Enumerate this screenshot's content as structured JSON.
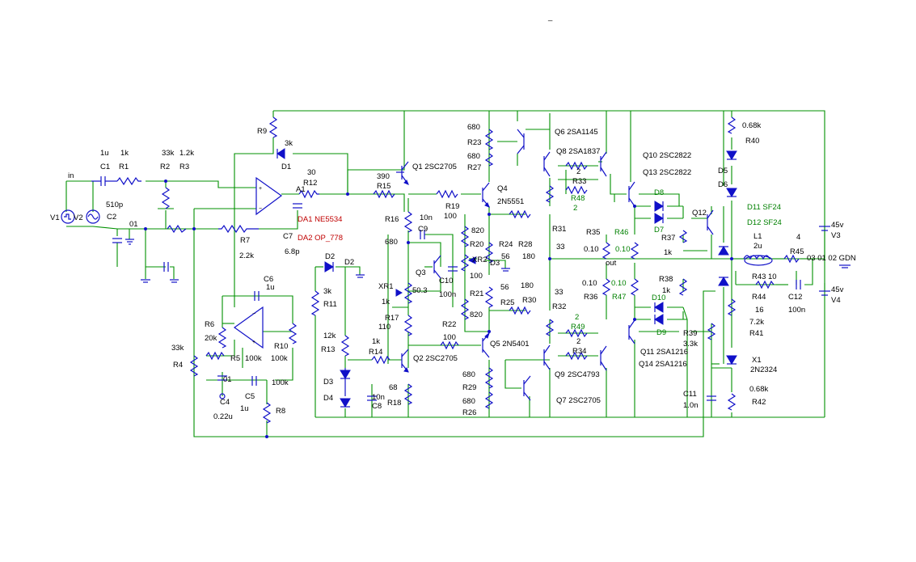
{
  "title_mark": "_",
  "labels": {
    "in": "in",
    "V1": "V1",
    "V2": "V2",
    "C1": "C1",
    "C1_val": "1u",
    "R1": "R1",
    "R1_val": "1k",
    "R2": "R2",
    "R2_val": "33k",
    "R3": "R3",
    "R3_val": "1.2k",
    "C2": "C2",
    "C2_val": "510p",
    "n01": "01",
    "R9": "R9",
    "D1": "D1",
    "D1_val": "3k",
    "R12": "R12",
    "R12_val": "30",
    "A1": "A1",
    "DA1": "DA1 NE5534",
    "DA2": "DA2 OP_778",
    "C7": "C7",
    "C7_val": "6.8p",
    "R7": "R7",
    "R7_val": "2.2k",
    "D2": "D2",
    "D2_node": "D2",
    "C6": "C6",
    "C6_val": "1u",
    "R6": "R6",
    "R6_val": "20k",
    "R5": "R5",
    "R5_val": "100k",
    "R10": "R10",
    "R10_val": "100k",
    "R4": "R4",
    "R4_val": "33k",
    "n01b": "01",
    "C5": "C5",
    "C5_val": "100k",
    "C5_cap": "1u",
    "C4": "C4",
    "C4_val": "0.22u",
    "R8": "R8",
    "R11": "R11",
    "R11_val": "3k",
    "R13": "R13",
    "R13_val": "12k",
    "D3": "D3",
    "D4": "D4",
    "Q1": "Q1 2SC2705",
    "R15": "R15",
    "R15_val": "390",
    "R16": "R16",
    "C9": "C9",
    "C9_val": "10n",
    "n680": "680",
    "Q3": "Q3",
    "C10": "C10",
    "C10_val": "100n",
    "XR1": "XR1",
    "XR1_val": "1k",
    "XR1_mid": "50.3",
    "R17": "R17",
    "R17_val": "110",
    "R14": "R14",
    "R14_val": "1k",
    "Q2": "Q2 2SC2705",
    "C8": "C8",
    "C8_val": "10n",
    "R18": "R18",
    "R18_val": "68",
    "R19": "R19",
    "R19_val": "100",
    "Q4": "Q4",
    "Q4_type": "2N5551",
    "R20": "R20",
    "R20_val": "820",
    "R24": "R24",
    "R24_val": "56",
    "R28": "R28",
    "R28_val": "180",
    "D3b": "D3",
    "XR2": "XR2",
    "XR2_val": "100",
    "R21": "R21",
    "R21_val": "820",
    "R21_56": "56",
    "R21_180": "180",
    "R25": "R25",
    "R30": "R30",
    "R22": "R22",
    "R22_val": "100",
    "Q5": "Q5 2N5401",
    "R23": "R23",
    "R23_val": "680",
    "R27": "R27",
    "R27_val": "680",
    "R29": "R29",
    "R29_val": "680",
    "R26": "R26",
    "R26_val": "680",
    "R31": "R31",
    "R31_val": "33",
    "R32": "R32",
    "R32_val": "33",
    "Q6": "Q6 2SA1145",
    "Q8": "Q8 2SA1837",
    "R33": "R33",
    "R33_val": "2",
    "R48": "R48",
    "R48_val": "2",
    "Q9": "Q9",
    "Q9_type": "2SC4793",
    "Q7": "Q7 2SC2705",
    "R49": "R49",
    "R49_val": "2",
    "R34": "R34",
    "R34_val": "2",
    "Q10": "Q10 2SC2822",
    "Q13": "Q13 2SC2822",
    "R35": "R35",
    "R35_val": "0.10",
    "R46": "R46",
    "R46_val": "0.10",
    "R36": "R36",
    "R36_val": "0.10",
    "R47": "R47",
    "R47_val": "0.10",
    "out": "out",
    "Q11": "Q11 2SA1216",
    "Q14": "Q14 2SA1216",
    "D8": "D8",
    "D7": "D7",
    "D10": "D10",
    "D9": "D9",
    "Q12": "Q12",
    "R37": "R37",
    "R37_val": "1k",
    "R38": "R38",
    "R38_val": "1k",
    "R39": "R39",
    "R39_val": "3.3k",
    "C11": "C11",
    "C11_val": "1.0n",
    "R40": "R40",
    "R40_val": "0.68k",
    "D5": "D5",
    "D6": "D6",
    "D11": "D11  SF24",
    "D12": "D12  SF24",
    "L1": "L1",
    "L1_val": "2u",
    "R43": "R43",
    "R43_val": "10",
    "R45": "R45",
    "R45_val": "4",
    "R44": "R44",
    "R44_val": "16",
    "R41": "R41",
    "R41_val": "7.2k",
    "C12": "C12",
    "C12_val": "100n",
    "X1": "X1",
    "X1_type": "2N2324",
    "R42": "R42",
    "R42_val": "0.68k",
    "nodes_out": "03 01 02 GDN",
    "V3": "V3",
    "V3_val": "45v",
    "V4": "V4",
    "V4_val": "45v"
  }
}
